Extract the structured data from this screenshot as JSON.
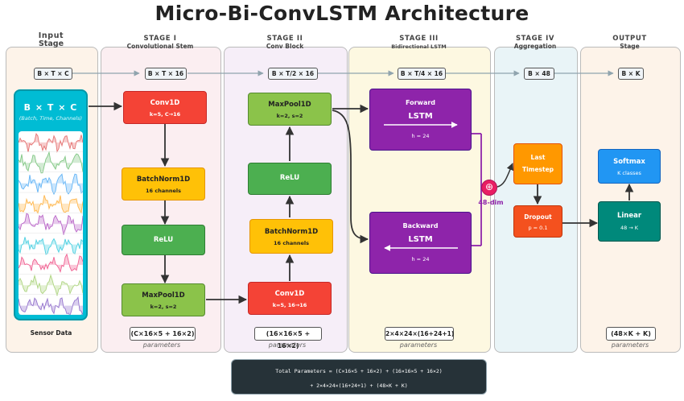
{
  "title": "Micro-Bi-ConvLSTM Architecture",
  "stages": {
    "input": {
      "name": "Input",
      "sub": "Stage"
    },
    "stage1": {
      "name": "STAGE I",
      "sub": "Convolutional Stem"
    },
    "stage2": {
      "name": "STAGE II",
      "sub": "Conv Block"
    },
    "stage3": {
      "name": "STAGE III",
      "sub": "Bidirectional LSTM"
    },
    "stage4": {
      "name": "STAGE IV",
      "sub": "Aggregation"
    },
    "output": {
      "name": "OUTPUT",
      "sub": "Stage"
    }
  },
  "dims": {
    "input": "B × T × C",
    "stage1": "B × T × 16",
    "stage2": "B × T/2 × 16",
    "stage3": "B × T/4 × 16",
    "stage4": "B × 48",
    "output": "B × K"
  },
  "sensor": {
    "title": "B × T × C",
    "subtitle": "(Batch, Time, Channels)",
    "label": "Sensor Data",
    "channel_colors": [
      "#e57373",
      "#81c784",
      "#64b5f6",
      "#ffb74d",
      "#ba68c8",
      "#4dd0e1",
      "#f06292",
      "#aed581",
      "#9575cd"
    ]
  },
  "stage1_blocks": {
    "conv": {
      "title": "Conv1D",
      "params": "k=5, C→16"
    },
    "bn": {
      "title": "BatchNorm1D",
      "params": "16 channels"
    },
    "relu": {
      "title": "ReLU"
    },
    "pool": {
      "title": "MaxPool1D",
      "params": "k=2, s=2"
    }
  },
  "stage2_blocks": {
    "pool": {
      "title": "MaxPool1D",
      "params": "k=2, s=2"
    },
    "relu": {
      "title": "ReLU"
    },
    "bn": {
      "title": "BatchNorm1D",
      "params": "16 channels"
    },
    "conv": {
      "title": "Conv1D",
      "params": "k=5, 16→16"
    }
  },
  "stage3_blocks": {
    "forward": {
      "title": "Forward",
      "name": "LSTM",
      "params": "h = 24"
    },
    "backward": {
      "title": "Backward",
      "name": "LSTM",
      "params": "h = 24"
    },
    "concat_symbol": "⊕",
    "concat_label": "48-dim"
  },
  "stage4_blocks": {
    "last": {
      "title1": "Last",
      "title2": "Timestep"
    },
    "dropout": {
      "title": "Dropout",
      "params": "p = 0.1"
    }
  },
  "output_blocks": {
    "softmax": {
      "title": "Softmax",
      "params": "K classes"
    },
    "linear": {
      "title": "Linear",
      "params": "48 → K"
    }
  },
  "params": {
    "stage1": "(C×16×5 + 16×2)",
    "stage2": "(16×16×5 + 16×2)",
    "stage3": "2×4×24×(16+24+1)",
    "output": "(48×K + K)",
    "label": "parameters"
  },
  "total": {
    "line1": "Total Parameters = (C×16×5 + 16×2) + (16×16×5 + 16×2)",
    "line2": "+ 2×4×24×(16+24+1) + (48×K + K)"
  },
  "colors": {
    "panel_input": "#fdf3e9",
    "panel_stage1": "#fbeef1",
    "panel_stage2": "#f6eef8",
    "panel_stage3": "#fdf8e1",
    "panel_stage4": "#e9f4f7",
    "panel_output": "#fdf3e9",
    "sensor_frame": "#00bcd4",
    "arrow": "#333333",
    "flow_arrow": "#90a4ae",
    "lstm_bracket": "#8e24aa",
    "concat": "#e91e63"
  }
}
